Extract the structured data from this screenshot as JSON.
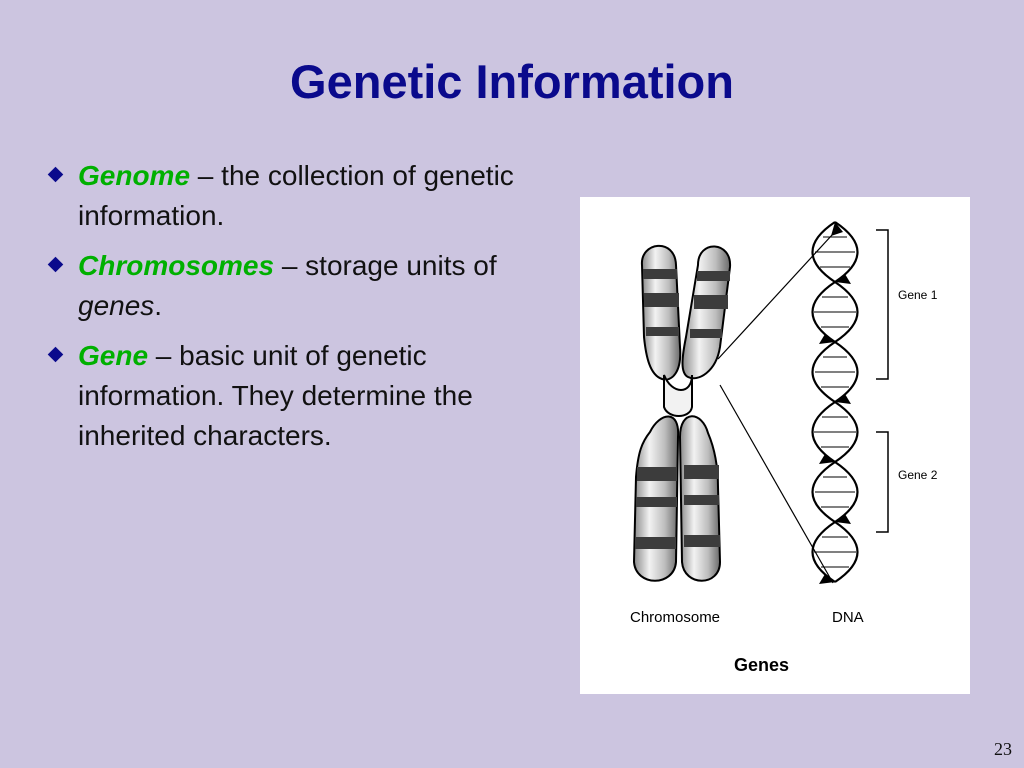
{
  "slide": {
    "title": "Genetic Information",
    "bullets": [
      {
        "term": "Genome",
        "text": " – the collection of genetic information."
      },
      {
        "term": "Chromosomes",
        "text_before": " – storage units of ",
        "emphasis": "genes",
        "text_after": "."
      },
      {
        "term": "Gene",
        "text": " – basic unit of genetic information. They determine the inherited characters."
      }
    ],
    "page_number": "23"
  },
  "figure": {
    "labels": {
      "gene1": "Gene 1",
      "gene2": "Gene 2",
      "chromosome": "Chromosome",
      "dna": "DNA",
      "caption": "Genes"
    }
  },
  "colors": {
    "background": "#CCC5E0",
    "title": "#0A0A8C",
    "term": "#00B000",
    "text": "#111111"
  }
}
